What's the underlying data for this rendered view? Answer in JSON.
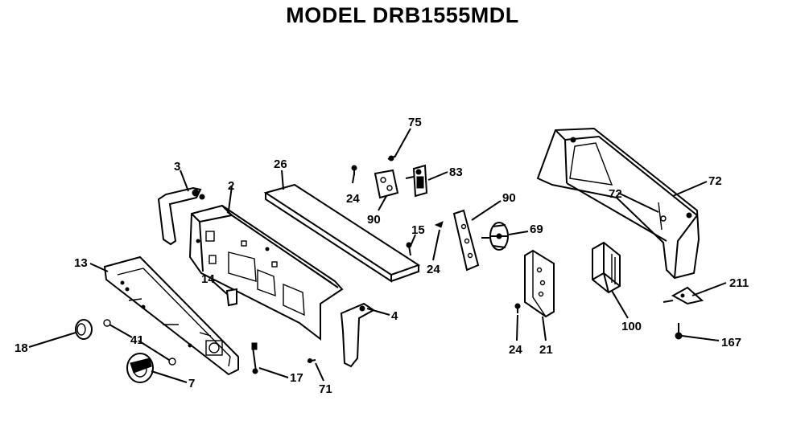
{
  "title": "MODEL DRB1555MDL",
  "labels": {
    "l75": "75",
    "l83": "83",
    "l24a": "24",
    "l90a": "90",
    "l26": "26",
    "l3": "3",
    "l2": "2",
    "l15": "15",
    "l24b": "24",
    "l90b": "90",
    "l69": "69",
    "l72a": "72",
    "l72b": "72",
    "l13": "13",
    "l14": "14",
    "l4": "4",
    "l100": "100",
    "l211": "211",
    "l24c": "24",
    "l21": "21",
    "l167": "167",
    "l18": "18",
    "l41": "41",
    "l7": "7",
    "l17": "17",
    "l71": "71"
  }
}
